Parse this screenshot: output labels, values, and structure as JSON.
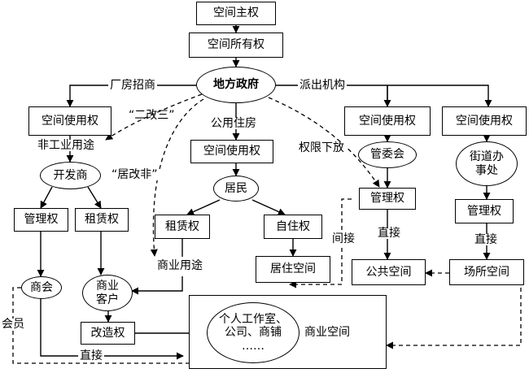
{
  "nodes": {
    "space_sovereignty": "空间主权",
    "space_ownership": "空间所有权",
    "local_gov": "地方政府",
    "use_right_left": "空间使用权",
    "use_right_mid": "空间使用权",
    "use_right_r1": "空间使用权",
    "use_right_r2": "空间使用权",
    "developer": "开发商",
    "residents": "居民",
    "mgmt_committee": "管委会",
    "street_office": "街道办\n事处",
    "mgmt_right_left": "管理权",
    "lease_right_left": "租赁权",
    "lease_right_mid": "租赁权",
    "self_live_right": "自住权",
    "mgmt_right_r1": "管理权",
    "mgmt_right_r2": "管理权",
    "residential_space": "居住空间",
    "public_space": "公共空间",
    "venue_space": "场所空间",
    "chamber": "商会",
    "business_client": "商业\n客户",
    "renovation_right": "改造权",
    "commercial_content": "个人工作室、\n公司、商铺\n……",
    "commercial_space": "商业空间"
  },
  "labels": {
    "factory_investment": "厂房招商",
    "dispatch_agency": "派出机构",
    "er_gai_san": "“二改三”",
    "non_industrial": "非工业用途",
    "public_housing": "公用住房",
    "ju_gai_fei": "“居改非”",
    "delegation": "权限下放",
    "commercial_use": "商业用途",
    "indirect": "间接",
    "direct_r1": "直接",
    "direct_r2": "直接",
    "member": "会员",
    "direct_bottom": "直接"
  }
}
